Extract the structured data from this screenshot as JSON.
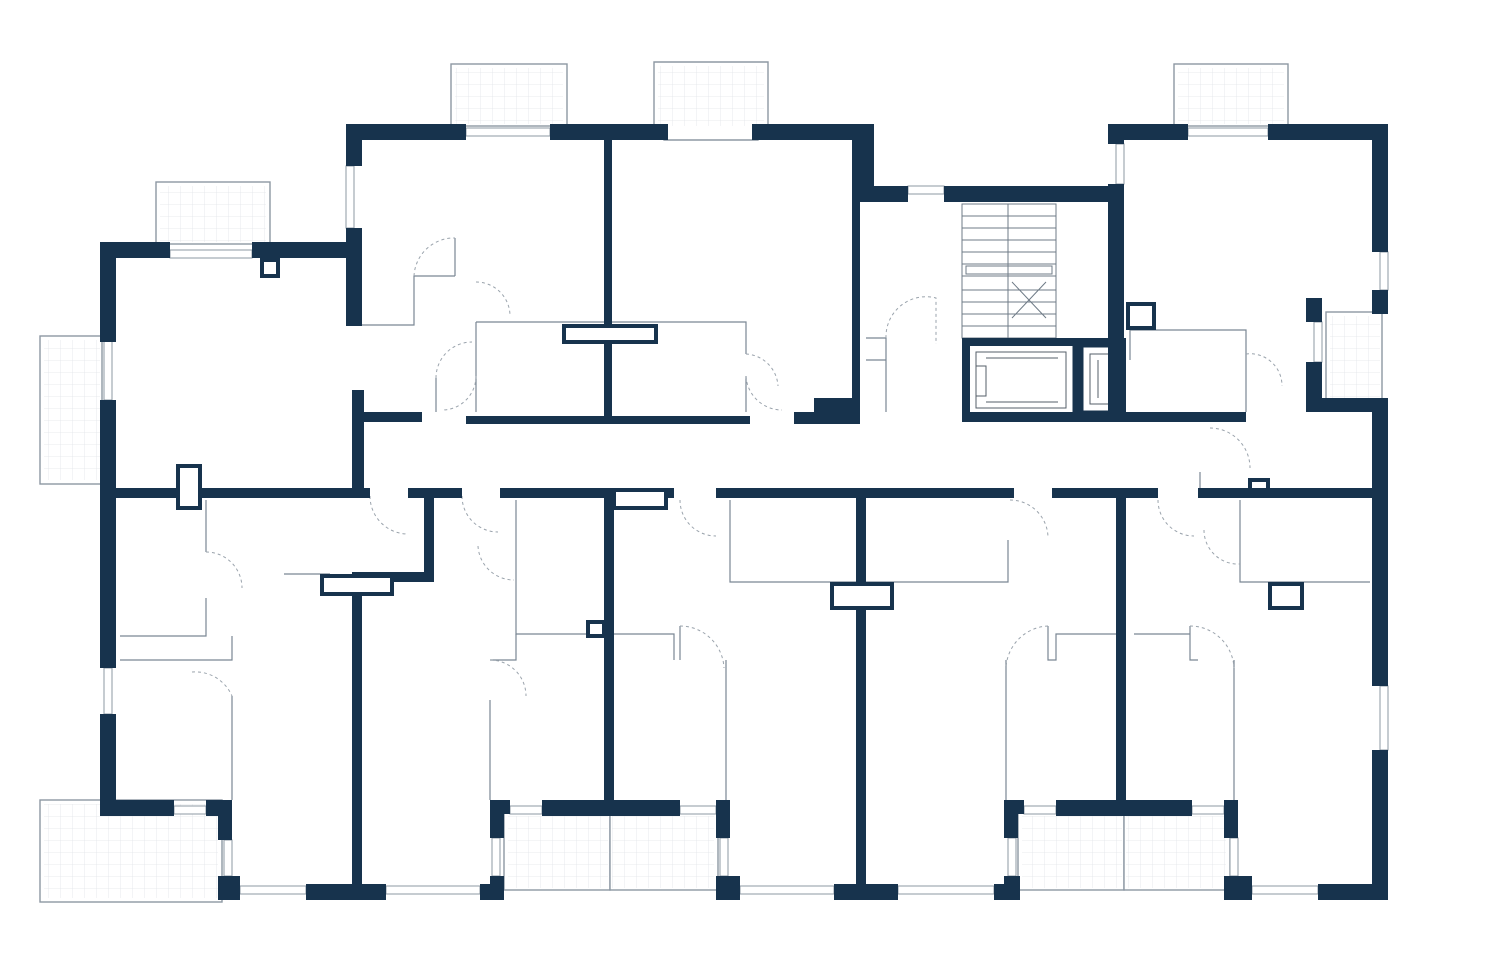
{
  "drawing": {
    "type": "floor-plan",
    "colors": {
      "wall": "#17334d",
      "background": "#ffffff",
      "secondary_lines": "#7a8794",
      "balcony_grid": "#e1e5e9"
    },
    "elements": {
      "balconies": 12,
      "stairwell": 1,
      "elevator": 1,
      "corridor": 1,
      "ventilation_shafts": 9
    }
  }
}
